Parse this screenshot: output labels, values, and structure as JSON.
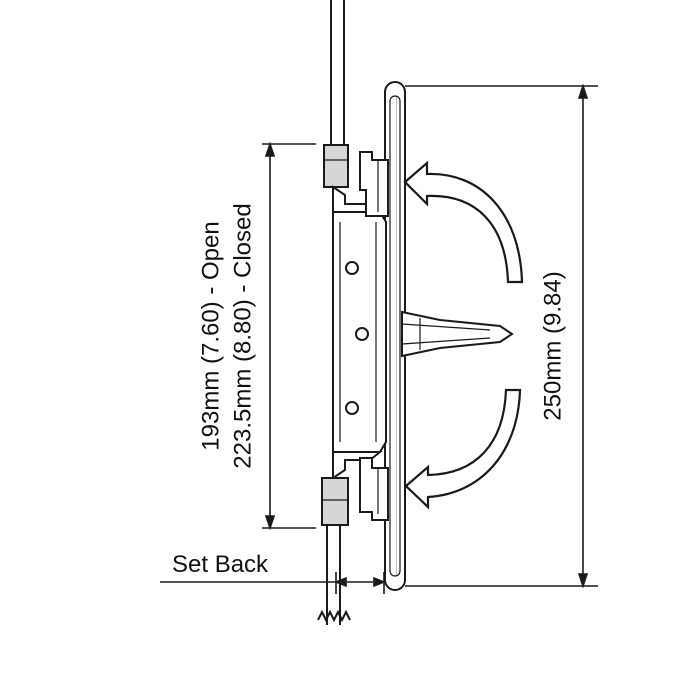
{
  "diagram": {
    "dimensions": {
      "open": "193mm (7.60) - Open",
      "closed": "223.5mm (8.80) - Closed",
      "overall": "250mm (9.84)",
      "set_back": "Set Back"
    },
    "colors": {
      "ink": "#1a1a1a",
      "paper": "#ffffff",
      "shade": "#cfcfcf"
    }
  }
}
